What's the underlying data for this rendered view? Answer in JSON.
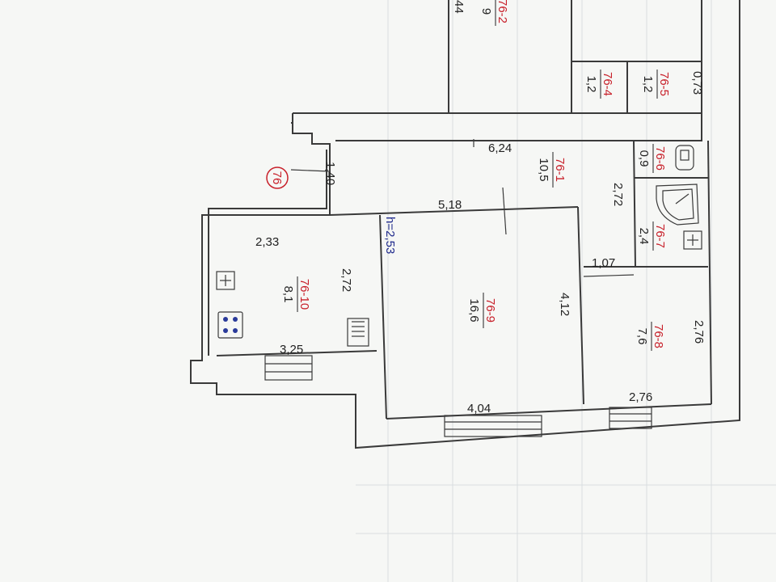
{
  "apartment_label": "76",
  "rooms": [
    {
      "key": "r1",
      "id": "76-1",
      "area": "10,5"
    },
    {
      "key": "r2",
      "id": "76-2",
      "area": "9"
    },
    {
      "key": "r4",
      "id": "76-4",
      "area": "1,2"
    },
    {
      "key": "r5",
      "id": "76-5",
      "area": "1,2"
    },
    {
      "key": "r6",
      "id": "76-6",
      "area": "0,9"
    },
    {
      "key": "r7",
      "id": "76-7",
      "area": "2,4"
    },
    {
      "key": "r8",
      "id": "76-8",
      "area": "7,6"
    },
    {
      "key": "r9",
      "id": "76-9",
      "area": "16,6"
    },
    {
      "key": "r10",
      "id": "76-10",
      "area": "8,1"
    }
  ],
  "dimensions": {
    "d624": "6,24",
    "d518": "5,18",
    "d233": "2,33",
    "d272a": "2,72",
    "d272b": "2,72",
    "d325": "3,25",
    "d140": "1,40",
    "d412": "4,12",
    "d404": "4,04",
    "d276a": "2,76",
    "d276b": "2,76",
    "d107": "1,07",
    "d073": "0,73",
    "d44": "44"
  },
  "ceiling_height": "h=2,53",
  "colors": {
    "room_id": "#c8202a",
    "lines": "#3a3a3a",
    "height_label": "#1f2a8c",
    "paper": "#f6f7f5"
  },
  "icons": [
    "stove-icon",
    "sink-icon",
    "radiator-icon",
    "toilet-icon",
    "bathtub-icon",
    "outlet-icon"
  ]
}
